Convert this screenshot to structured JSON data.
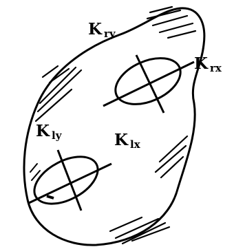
{
  "labels": {
    "top_right_y": {
      "main": "K",
      "sub": "ry"
    },
    "top_right_x": {
      "main": "K",
      "sub": "rx"
    },
    "left_y": {
      "main": "K",
      "sub": "ly"
    },
    "left_x": {
      "main": "K",
      "sub": "lx"
    }
  },
  "colors": {
    "ink": "#000000",
    "paper": "#ffffff"
  }
}
